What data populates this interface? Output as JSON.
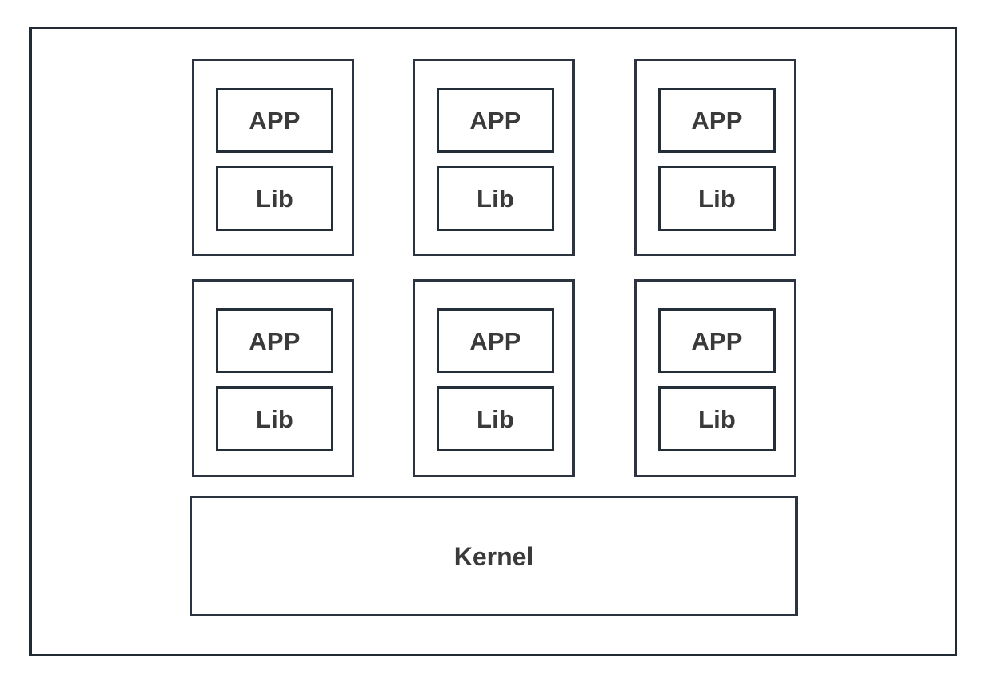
{
  "diagram": {
    "title": "Container Architecture Diagram",
    "colors": {
      "outer_border": "#222b33",
      "container_border": "#2b3440",
      "layer_border": "#242e38",
      "text": "#3a3a3a",
      "background": "#ffffff"
    },
    "outer_frame": {
      "label": "system-boundary"
    },
    "containers": [
      {
        "id": "container-1",
        "row": 1,
        "column": 1,
        "layers": [
          {
            "id": "app",
            "label": "APP"
          },
          {
            "id": "lib",
            "label": "Lib"
          }
        ]
      },
      {
        "id": "container-2",
        "row": 1,
        "column": 2,
        "layers": [
          {
            "id": "app",
            "label": "APP"
          },
          {
            "id": "lib",
            "label": "Lib"
          }
        ]
      },
      {
        "id": "container-3",
        "row": 1,
        "column": 3,
        "layers": [
          {
            "id": "app",
            "label": "APP"
          },
          {
            "id": "lib",
            "label": "Lib"
          }
        ]
      },
      {
        "id": "container-4",
        "row": 2,
        "column": 1,
        "layers": [
          {
            "id": "app",
            "label": "APP"
          },
          {
            "id": "lib",
            "label": "Lib"
          }
        ]
      },
      {
        "id": "container-5",
        "row": 2,
        "column": 2,
        "layers": [
          {
            "id": "app",
            "label": "APP"
          },
          {
            "id": "lib",
            "label": "Lib"
          }
        ]
      },
      {
        "id": "container-6",
        "row": 2,
        "column": 3,
        "layers": [
          {
            "id": "app",
            "label": "APP"
          },
          {
            "id": "lib",
            "label": "Lib"
          }
        ]
      }
    ],
    "kernel": {
      "label": "Kernel"
    }
  }
}
